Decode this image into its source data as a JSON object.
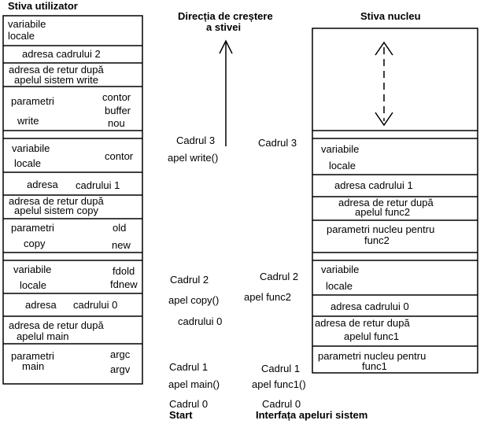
{
  "user_stack": {
    "title": "Stiva utilizator",
    "frame3": {
      "local_vars_1": "variabile",
      "local_vars_2": "locale",
      "frame_address": "adresa cadrului 2",
      "return_address_1": "adresa de retur după",
      "return_address_2": "apelul sistem write",
      "params_1": "parametri",
      "params_2": "write",
      "param_contor": "contor",
      "param_buffer": "buffer",
      "param_nou": "nou"
    },
    "frame2": {
      "local_vars_1": "variabile",
      "local_vars_2": "locale",
      "local_contor": "contor",
      "frame_address_1": "adresa",
      "frame_address_2": "cadrului 1",
      "return_address_1": "adresa de retur după",
      "return_address_2": "apelul sistem copy",
      "params_1": "parametri",
      "params_2": "copy",
      "param_old": "old",
      "param_new": "new"
    },
    "frame1": {
      "local_vars_1": "variabile",
      "local_vars_2": "locale",
      "local_fdold": "fdold",
      "local_fdnew": "fdnew",
      "frame_address_1": "adresa",
      "frame_address_2": "cadrului 0",
      "return_address_1": "adresa de retur după",
      "return_address_2": "apelul main",
      "params_1": "parametri",
      "params_2": "main",
      "param_argc": "argc",
      "param_argv": "argv"
    }
  },
  "growth_direction": {
    "line1": "Direcția de creștere",
    "line2": "a stivei"
  },
  "kernel_stack": {
    "title": "Stiva nucleu",
    "frame3": {
      "local_vars_1": "variabile",
      "local_vars_2": "locale",
      "frame_address": "adresa cadrului 1",
      "return_address_1": "adresa de retur după",
      "return_address_2": "apelul func2",
      "params_1": "parametri nucleu pentru",
      "params_2": "func2"
    },
    "frame2": {
      "local_vars_1": "variabile",
      "local_vars_2": "locale",
      "frame_address": "adresa cadrului 0",
      "return_address_1": "adresa de retur după",
      "return_address_2": "apelul func1",
      "params_1": "parametri nucleu pentru",
      "params_2": "func1"
    }
  },
  "middle_labels": {
    "user_frame3": "Cadrul 3",
    "user_call3": "apel write()",
    "user_frame2": "Cadrul 2",
    "user_call2": "apel copy()",
    "user_extra": "cadrului 0",
    "user_frame1": "Cadrul 1",
    "user_call1": "apel main()",
    "user_frame0": "Cadrul 0",
    "user_start": "Start",
    "kernel_frame3": "Cadrul 3",
    "kernel_frame2": "Cadrul 2",
    "kernel_call2": "apel func2",
    "kernel_frame1": "Cadrul 1",
    "kernel_call1": "apel func1()",
    "kernel_frame0": "Cadrul 0",
    "kernel_interface": "Interfața apeluri sistem"
  }
}
